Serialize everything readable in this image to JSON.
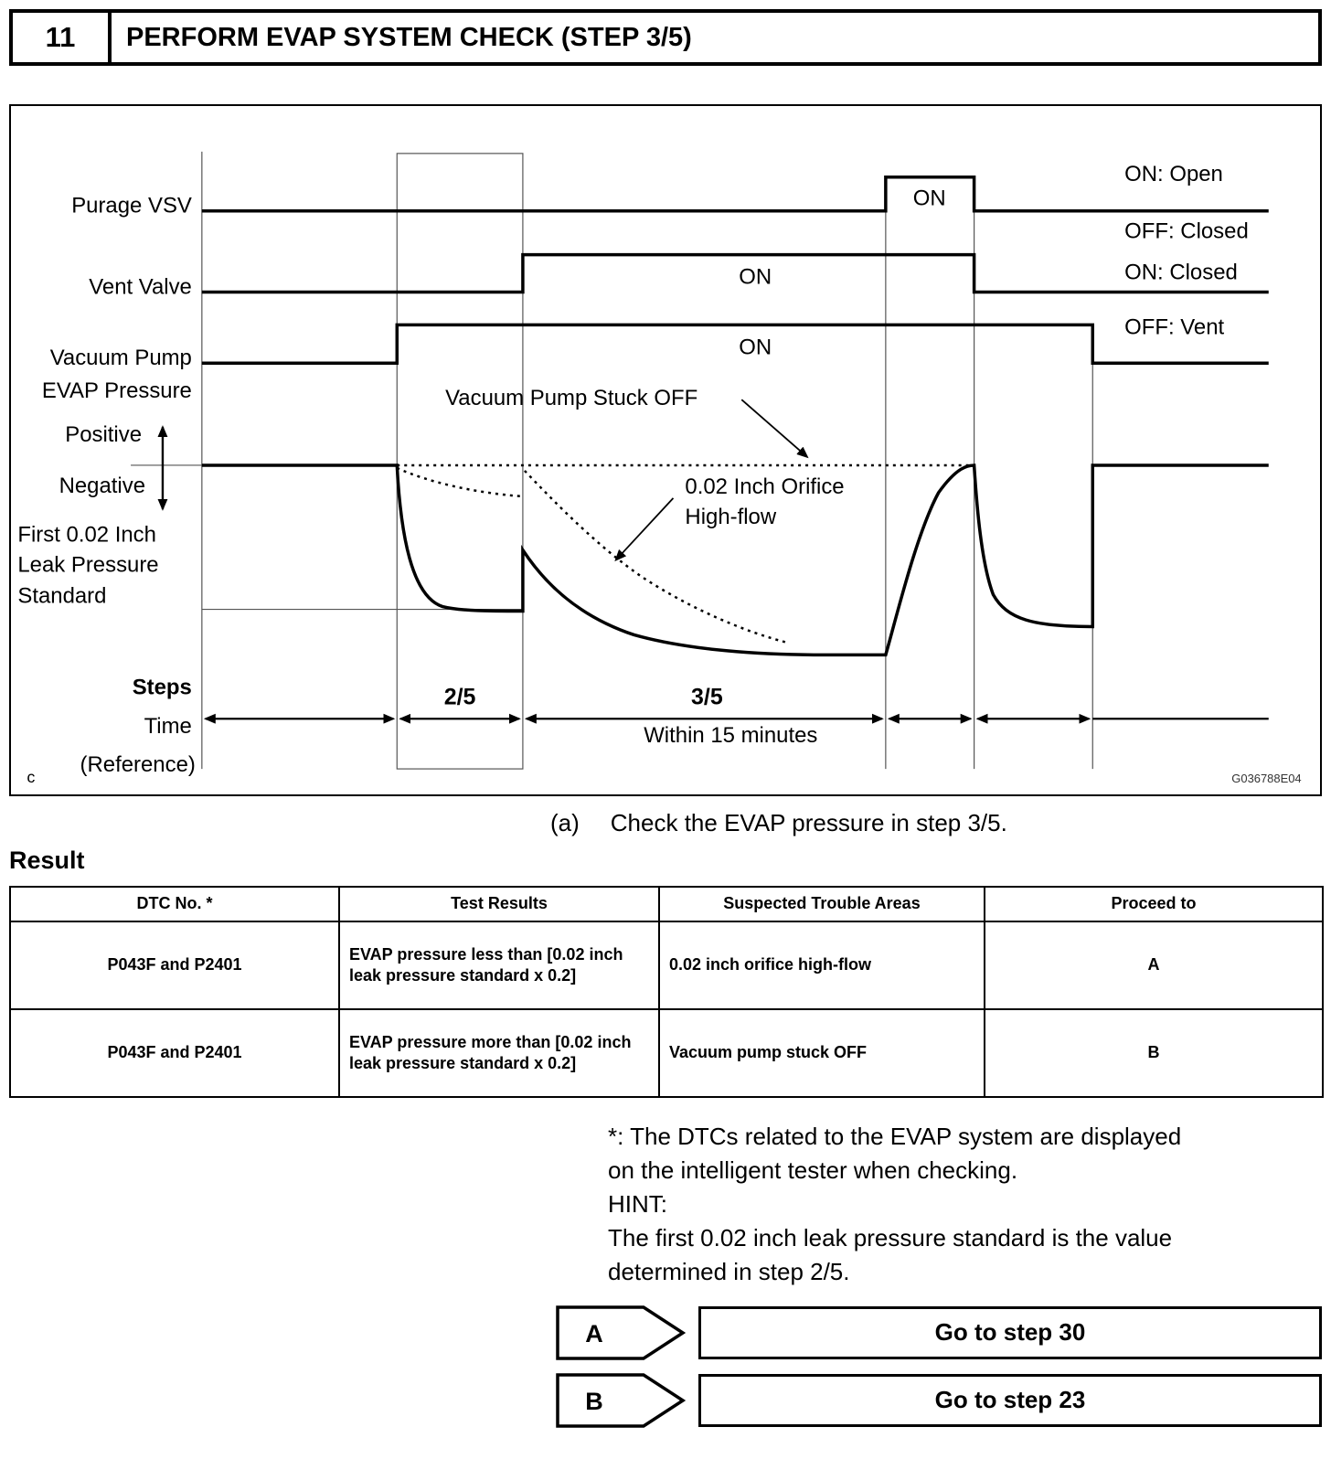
{
  "header": {
    "number": "11",
    "title": "PERFORM EVAP SYSTEM CHECK (STEP 3/5)"
  },
  "diagram": {
    "labels": {
      "purge_vsv": "Purage VSV",
      "vent_valve": "Vent Valve",
      "vacuum_pump": "Vacuum Pump",
      "evap_pressure": "EVAP Pressure",
      "positive": "Positive",
      "negative": "Negative",
      "leak_std_line1": "First 0.02 Inch",
      "leak_std_line2": "Leak Pressure",
      "leak_std_line3": "Standard",
      "steps": "Steps",
      "time": "Time",
      "reference": "(Reference)",
      "corner": "c"
    },
    "legend": {
      "purge_on": "ON: Open",
      "purge_off": "OFF: Closed",
      "vent_on": "ON: Closed",
      "vent_off": "OFF: Vent"
    },
    "pulse_labels": {
      "purge": "ON",
      "vent": "ON",
      "pump": "ON"
    },
    "annotations": {
      "stuck_off": "Vacuum Pump Stuck OFF",
      "orifice_line1": "0.02 Inch Orifice",
      "orifice_line2": "High-flow"
    },
    "axis": {
      "seg_2_5": "2/5",
      "seg_3_5": "3/5",
      "within": "Within 15 minutes"
    },
    "figure_code": "G036788E04"
  },
  "caption": {
    "index": "(a)",
    "text": "Check the EVAP pressure in step 3/5."
  },
  "result": {
    "heading": "Result",
    "table": {
      "headers": [
        "DTC No. *",
        "Test Results",
        "Suspected Trouble Areas",
        "Proceed to"
      ],
      "rows": [
        {
          "dtc": "P043F and P2401",
          "test": "EVAP pressure less than [0.02 inch leak pressure standard x 0.2]",
          "area": "0.02 inch orifice high-flow",
          "proceed": "A"
        },
        {
          "dtc": "P043F and P2401",
          "test": "EVAP pressure more than [0.02 inch leak pressure standard x 0.2]",
          "area": "Vacuum pump stuck OFF",
          "proceed": "B"
        }
      ]
    }
  },
  "notes": {
    "line1": "*: The DTCs related to the EVAP system are displayed",
    "line2": "on the intelligent tester when checking.",
    "hint": "HINT:",
    "line3": "The first 0.02 inch leak pressure standard is the value",
    "line4": "determined in step 2/5."
  },
  "actions": [
    {
      "label": "A",
      "target": "Go to step 30"
    },
    {
      "label": "B",
      "target": "Go to step 23"
    }
  ]
}
